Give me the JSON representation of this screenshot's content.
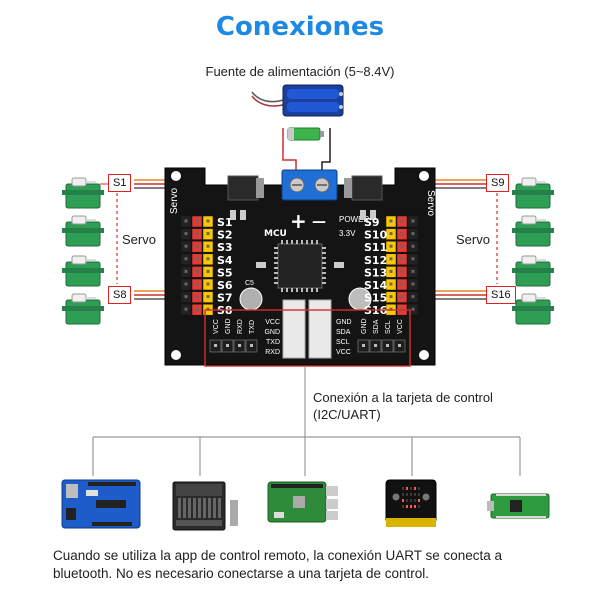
{
  "title": "Conexiones",
  "power_label": "Fuente de alimentación (5~8.4V)",
  "servo_word_left": "Servo",
  "servo_word_right": "Servo",
  "servo_labels": {
    "first_left": "S1",
    "last_left": "S8",
    "first_right": "S9",
    "last_right": "S16"
  },
  "board": {
    "left_channels": [
      "S1",
      "S2",
      "S3",
      "S4",
      "S5",
      "S6",
      "S7",
      "S8"
    ],
    "right_channels": [
      "S9",
      "S10",
      "S11",
      "S12",
      "S13",
      "S14",
      "S15",
      "S16"
    ],
    "servo_side_label": "Servo",
    "mcu_label": "MCU",
    "power_label": "POWER",
    "voltage_label": "3.3V",
    "left_header_pins": [
      "VCC",
      "GND",
      "RXD",
      "TXD"
    ],
    "right_header_pins": [
      "GND",
      "SDA",
      "SCL",
      "VCC"
    ],
    "uart_pins": [
      "VCC",
      "GND",
      "TXD",
      "RXD"
    ],
    "i2c_pins": [
      "GND",
      "SDA",
      "SCL",
      "VCC"
    ],
    "cap_label": "C5",
    "plus": "+",
    "minus": "—"
  },
  "connection_label_line1": "Conexión a la tarjeta de control",
  "connection_label_line2": "(I2C/UART)",
  "bottom_text": "Cuando se utiliza la app de control remoto, la conexión UART se conecta a bluetooth. No es necesario conectarse a una tarjeta de control.",
  "controllers": [
    "arduino-uno-board",
    "jetson-nano-board",
    "raspberry-pi-board",
    "microbit-board",
    "raspberry-pi-pico-board"
  ],
  "colors": {
    "title": "#1e88e5",
    "board": "#111111",
    "highlight": "#d32f2f",
    "servo_green": "#2e9e55",
    "header_red": "#e53935",
    "header_yellow": "#f9c800"
  }
}
